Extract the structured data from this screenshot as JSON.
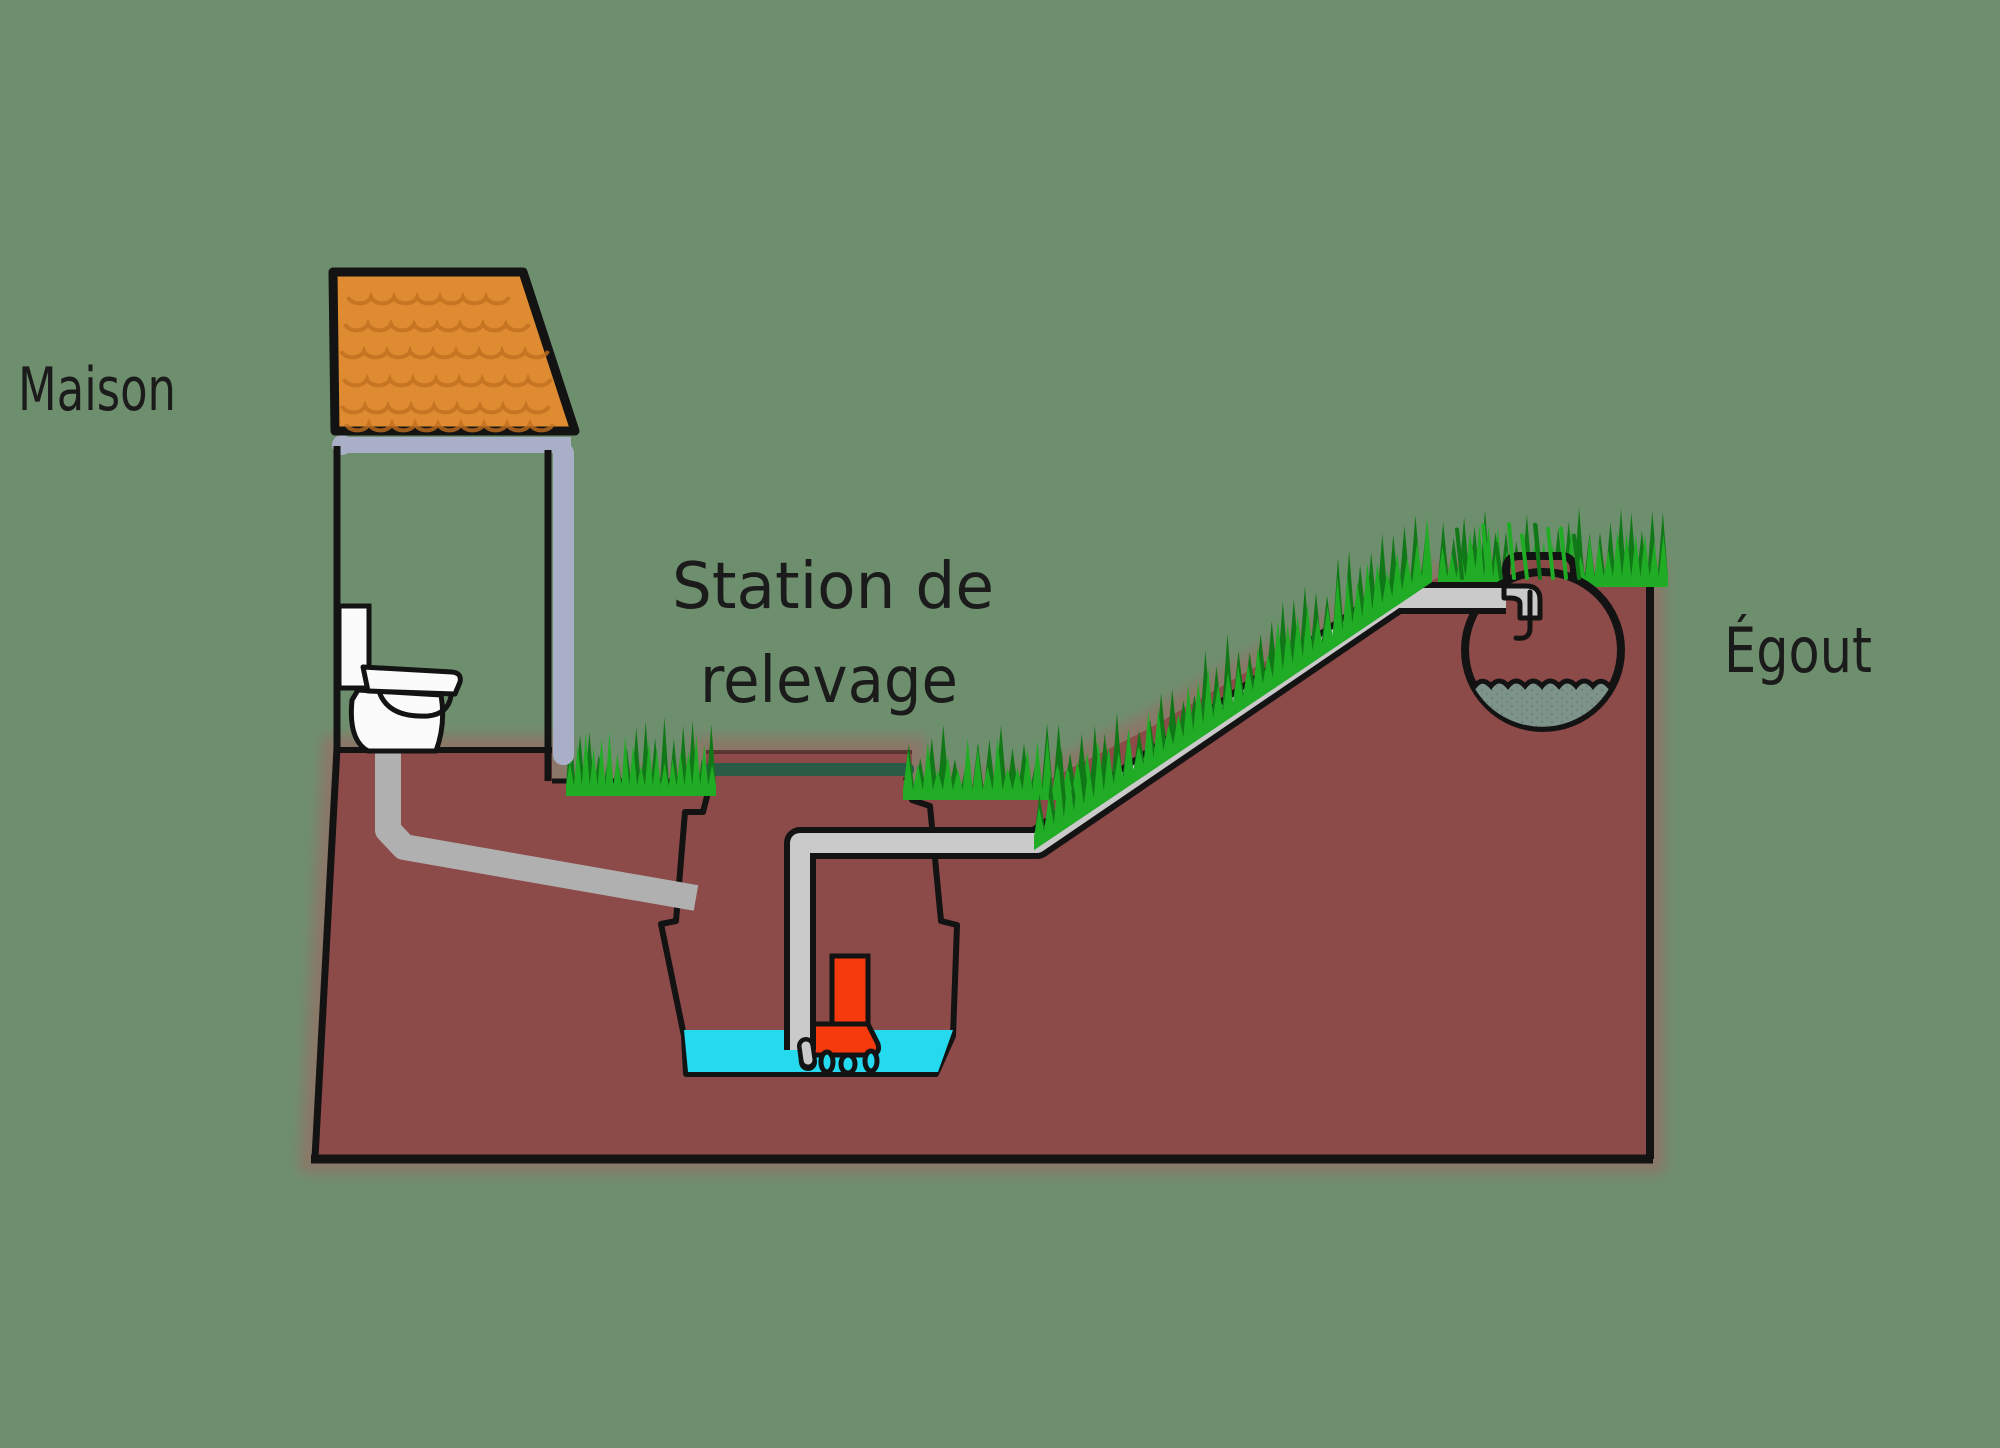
{
  "labels": {
    "house": "Maison",
    "station_line1": "Station de",
    "station_line2": "relevage",
    "sewer": "Égout"
  },
  "colors": {
    "background": "#6E8F6E",
    "soil": "#8C4A48",
    "soil_fuzz": "#A26363",
    "soil_edge_line": "#53322d",
    "outline": "#131313",
    "grass": "#21AC26",
    "grass_dark": "#117817",
    "pipe_gray": "#CACACA",
    "pipe_small_gray": "#B0B0B0",
    "gutter_gray": "#A9AFC7",
    "roof_orange": "#DF8B31",
    "roof_tile_line": "#C06F1F",
    "pump_red": "#F63A0E",
    "water_cyan": "#25D9EE",
    "sewer_water": "#7E948B",
    "tank_lid_green": "#2A5C45",
    "toilet_white": "#FBFBFB",
    "text": "#1b1b1b"
  }
}
